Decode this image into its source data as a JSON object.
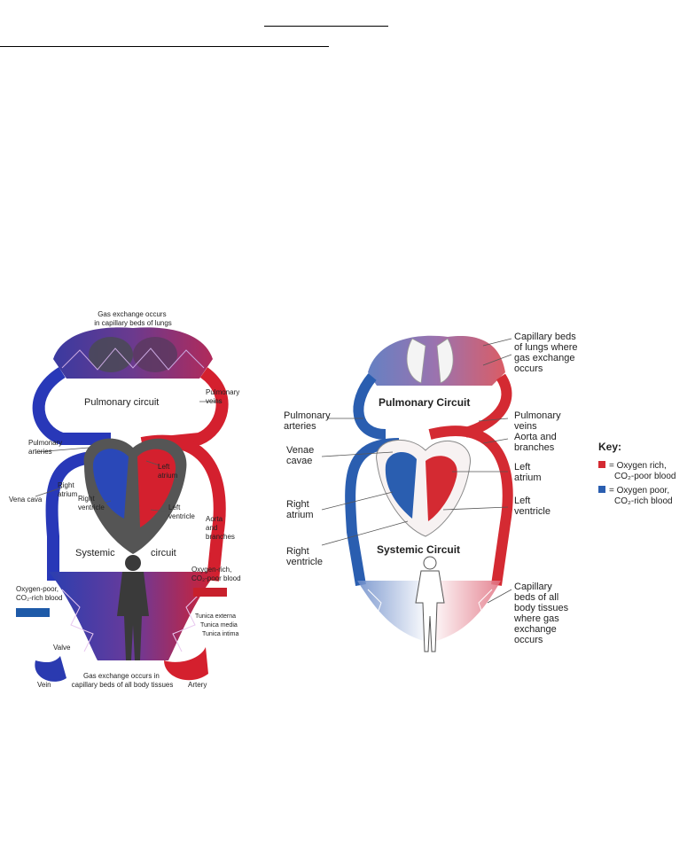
{
  "left_diagram": {
    "top_note": [
      "Gas exchange occurs",
      "in capillary beds of lungs"
    ],
    "pulmonary_circuit": "Pulmonary circuit",
    "pulmonary_veins": [
      "Pulmonary",
      "veins"
    ],
    "pulmonary_arteries": [
      "Pulmonary",
      "arteries"
    ],
    "left_atrium": [
      "Left",
      "atrium"
    ],
    "left_ventricle": [
      "Left",
      "ventricle"
    ],
    "aorta": [
      "Aorta",
      "and",
      "branches"
    ],
    "vena_cava": "Vena cava",
    "right_atrium": [
      "Right",
      "atrium"
    ],
    "right_ventricle": [
      "Right",
      "ventricle"
    ],
    "systemic": "Systemic",
    "circuit": "circuit",
    "oxygen_poor": [
      "Oxygen-poor,",
      "CO₂-rich blood"
    ],
    "oxygen_rich": [
      "Oxygen-rich,",
      "CO₂-poor blood"
    ],
    "tunica_externa": "Tunica externa",
    "tunica_media": "Tunica media",
    "tunica_intima": "Tunica intima",
    "valve": "Valve",
    "vein": "Vein",
    "artery": "Artery",
    "bottom_note": [
      "Gas exchange occurs in",
      "capillary beds of all body tissues"
    ]
  },
  "right_diagram": {
    "capillary_lungs": [
      "Capillary beds",
      "of lungs where",
      "gas exchange",
      "occurs"
    ],
    "pulmonary_circuit": "Pulmonary Circuit",
    "pulmonary_arteries": [
      "Pulmonary",
      "arteries"
    ],
    "pulmonary_veins": [
      "Pulmonary",
      "veins"
    ],
    "venae_cavae": [
      "Venae",
      "cavae"
    ],
    "aorta": [
      "Aorta and",
      "branches"
    ],
    "left_atrium": [
      "Left",
      "atrium"
    ],
    "right_atrium": [
      "Right",
      "atrium"
    ],
    "left_ventricle": [
      "Left",
      "ventricle"
    ],
    "right_ventricle": [
      "Right",
      "ventricle"
    ],
    "systemic_circuit": "Systemic Circuit",
    "capillary_body": [
      "Capillary",
      "beds of all",
      "body tissues",
      "where gas",
      "exchange",
      "occurs"
    ]
  },
  "key": {
    "title": "Key:",
    "rich": [
      "= Oxygen rich,",
      "CO₂-poor blood"
    ],
    "poor": [
      "= Oxygen poor,",
      "CO₂-rich blood"
    ]
  },
  "colors": {
    "red": "#d42a32",
    "blue": "#2f5da8",
    "purple": "#6b3a8e"
  }
}
